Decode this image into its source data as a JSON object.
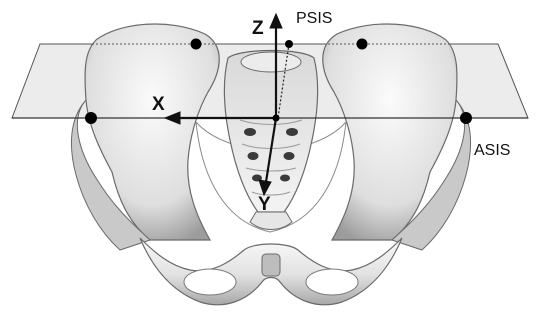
{
  "labels": {
    "z_axis": "Z",
    "x_axis": "X",
    "y_axis": "Y",
    "psis": "PSIS",
    "asis": "ASIS"
  },
  "colors": {
    "bone_light": "#f1f1f1",
    "bone_mid": "#cfcfcf",
    "bone_dark": "#8f8f8f",
    "plane_fill": "#d9d9d9",
    "plane_stroke": "#555555",
    "axis": "#111111",
    "landmark": "#000000"
  }
}
